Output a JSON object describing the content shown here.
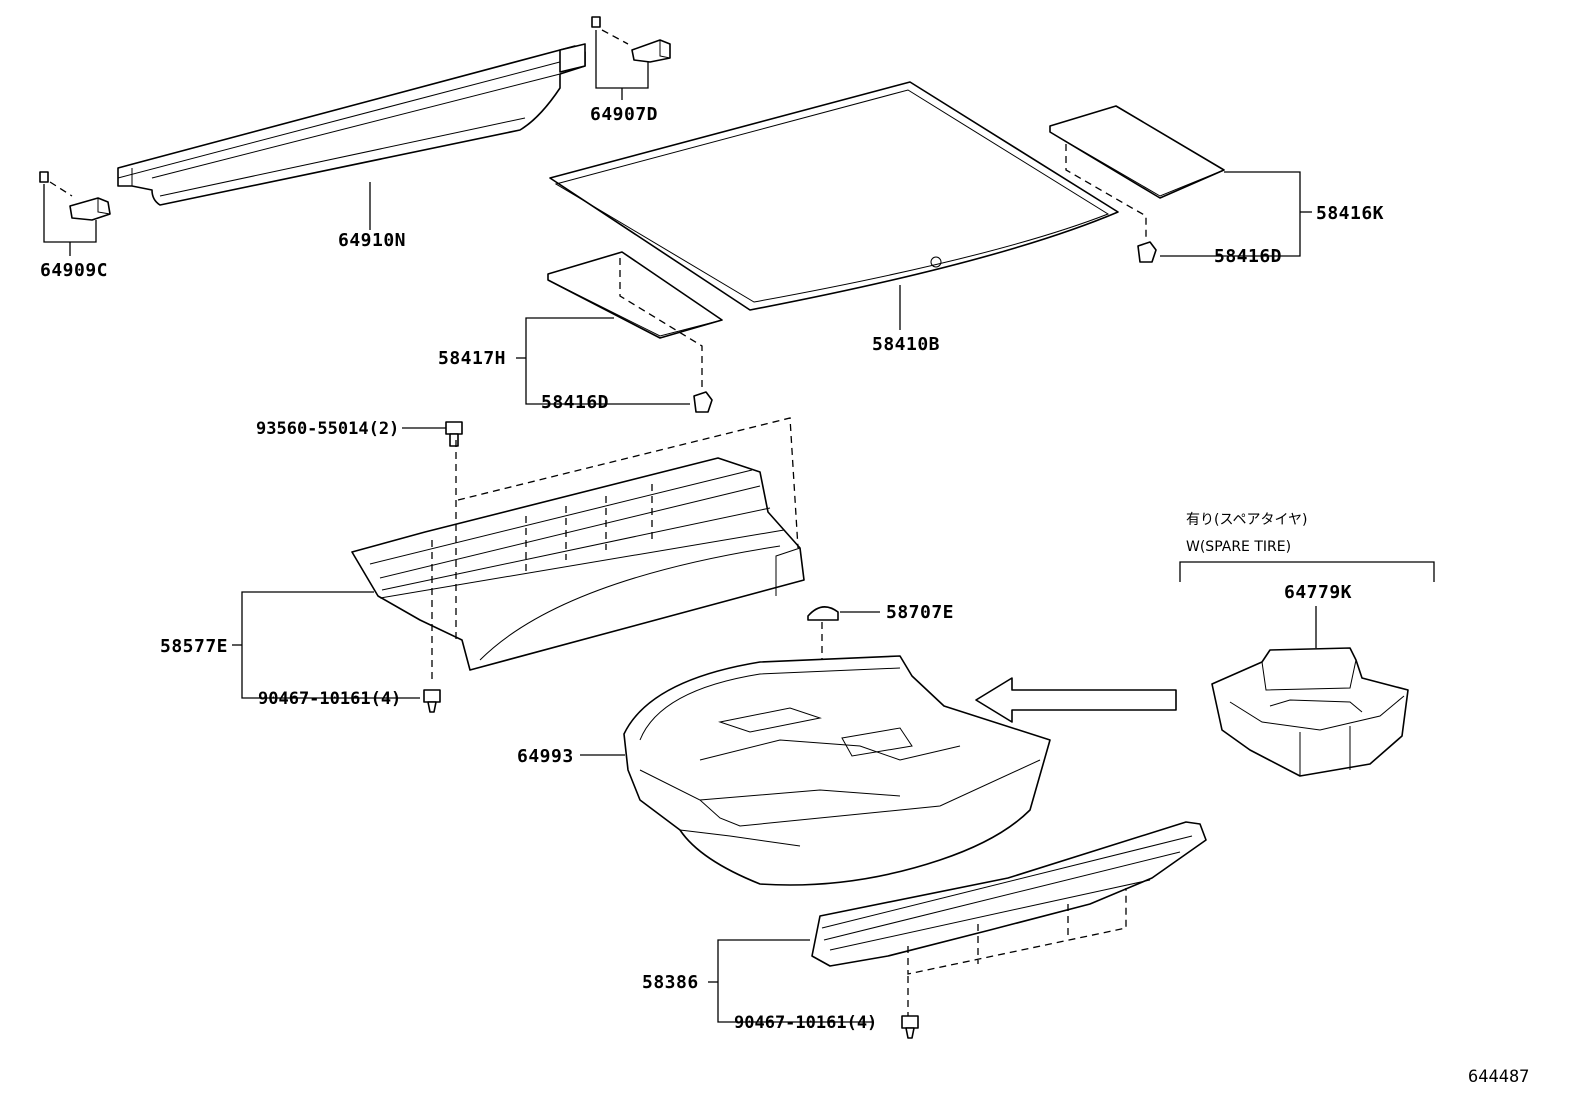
{
  "parts": {
    "p64907D": "64907D",
    "p64910N": "64910N",
    "p64909C": "64909C",
    "p58410B": "58410B",
    "p58416K": "58416K",
    "p58416D_right": "58416D",
    "p58417H": "58417H",
    "p58416D_left": "58416D",
    "p93560": "93560-55014(2)",
    "p58577E": "58577E",
    "p90467_upper": "90467-10161(4)",
    "p58707E": "58707E",
    "p64993": "64993",
    "p64779K": "64779K",
    "p58386": "58386",
    "p90467_lower": "90467-10161(4)"
  },
  "spare_tire": {
    "caption_jp": "有り(スペアタイヤ)",
    "caption_en": "W(SPARE TIRE)"
  },
  "diagram_id": "644487"
}
